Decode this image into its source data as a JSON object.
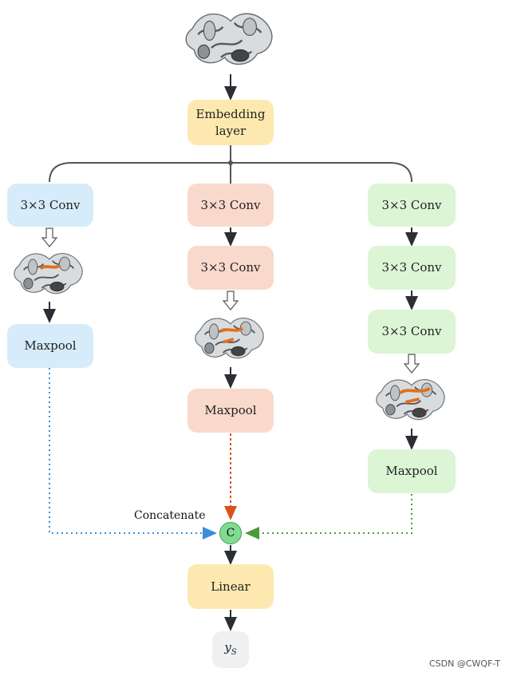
{
  "embedding": {
    "line1": "Embedding",
    "line2": "layer"
  },
  "branches": {
    "left": {
      "convs": [
        "3×3 Conv"
      ],
      "pool": "Maxpool"
    },
    "middle": {
      "convs": [
        "3×3 Conv",
        "3×3 Conv"
      ],
      "pool": "Maxpool"
    },
    "right": {
      "convs": [
        "3×3 Conv",
        "3×3 Conv",
        "3×3 Conv"
      ],
      "pool": "Maxpool"
    }
  },
  "concat": {
    "label": "Concatenate",
    "node": "C"
  },
  "linear": "Linear",
  "output": {
    "base": "y",
    "sub": "S"
  },
  "watermark": "CSDN @CWQF-T",
  "colors": {
    "embedding": "#fde9b0",
    "left_branch": "#d6ecfa",
    "middle_branch": "#f9d9cc",
    "right_branch": "#dcf5d4",
    "left_dotted": "#3b8fd6",
    "middle_dotted": "#d9531e",
    "right_dotted": "#4c9a3a",
    "concat_node": "#7fdc8e"
  },
  "icons": {
    "input_protein": "protein-structure-icon",
    "feature_protein": "protein-structure-highlighted-icon"
  }
}
